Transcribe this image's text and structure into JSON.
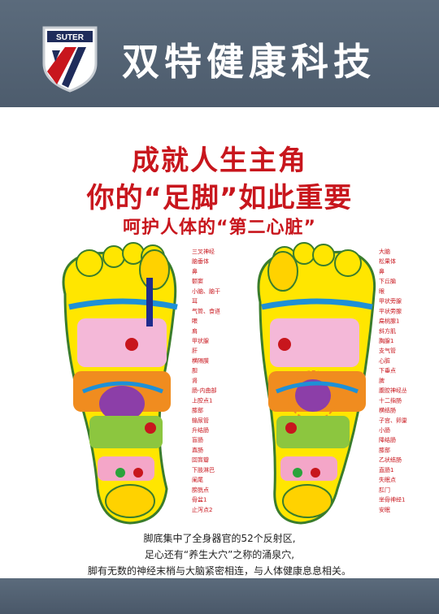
{
  "header": {
    "logo_text": "SUTER",
    "brand_title": "双特健康科技"
  },
  "poster": {
    "headline_1": "成就人生主角",
    "headline_2": "你的“足脚”如此重要",
    "headline_3": "呵护人体的“第二心脏”",
    "left_foot_labels": [
      "三叉神经",
      "脑垂体",
      "鼻",
      "额窦",
      "小脑、脑干",
      "耳",
      "气管、食道",
      "眼",
      "肩",
      "甲状腺",
      "肝",
      "横隔膜",
      "胆",
      "肾",
      "肠-内曲部",
      "上腔点1",
      "膝部",
      "输尿管",
      "升结肠",
      "盲肠",
      "直肠",
      "回盲瓣",
      "下肢淋巴",
      "阑尾",
      "膀胱点",
      "骨盆1",
      "止泻点2"
    ],
    "right_foot_labels": [
      "大脑",
      "松果体",
      "鼻",
      "下丘脑",
      "眼",
      "甲状旁腺",
      "平状旁腺",
      "扁桃腺1",
      "斜方肌",
      "胸腺1",
      "支气管",
      "心脏",
      "下垂点",
      "脾",
      "腹腔神经丛",
      "十二指肠",
      "横结肠",
      "子宫、卵巢1",
      "小肠",
      "降结肠",
      "膝部",
      "乙状结肠",
      "直肠1",
      "失眠点",
      "肛门",
      "坐骨神经1",
      "安眠"
    ],
    "caption_1": "脚底集中了全身器官的52个反射区,",
    "caption_2": "足心还有“养生大穴”之称的涌泉穴,",
    "caption_3": "脚有无数的神经末梢与大脑紧密相连，与人体健康息息相关。"
  },
  "colors": {
    "header": "#53626f",
    "headline": "#c8161d",
    "foot_outline": "#3a7d2c"
  }
}
